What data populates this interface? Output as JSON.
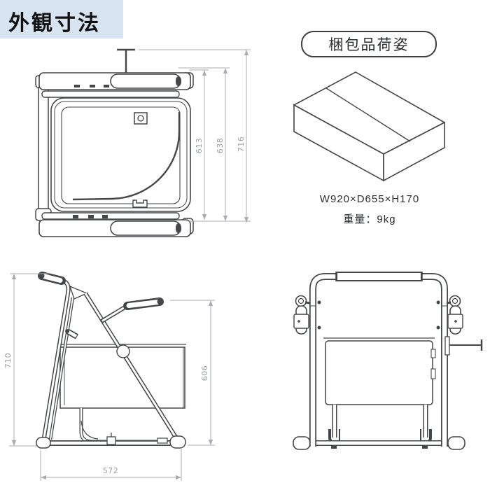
{
  "header": {
    "title": "外観寸法"
  },
  "packaging": {
    "label": "梱包品荷姿",
    "size_text": "W920×D655×H170",
    "weight_text": "重量：9kg"
  },
  "dimensions": {
    "top_view": {
      "inner": "613",
      "middle": "638",
      "outer": "716"
    },
    "side_view": {
      "left_height": "710",
      "right_height": "606",
      "bottom_width": "572"
    }
  },
  "colors": {
    "header_bg": "#d7e3f1",
    "drawing_line": "#43464a",
    "dimension_line": "#a9adb3",
    "text": "#2b2e31"
  }
}
